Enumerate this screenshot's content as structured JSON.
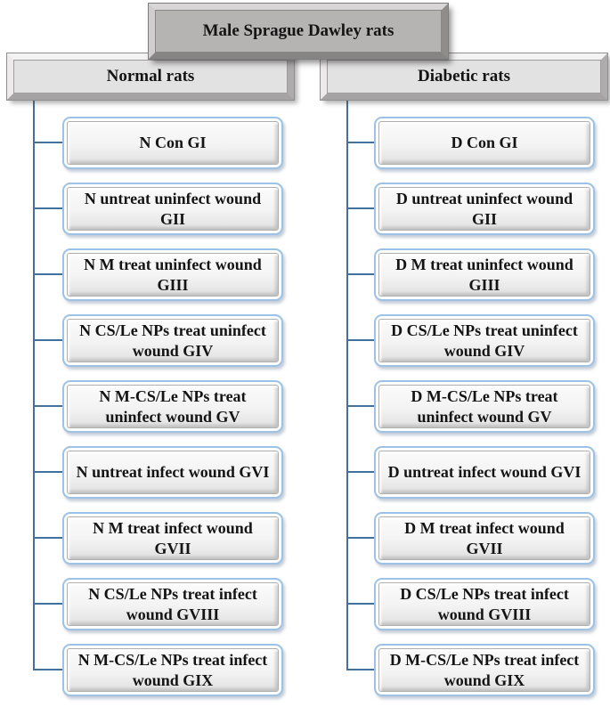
{
  "root": {
    "label": "Male Sprague Dawley rats"
  },
  "branches": [
    {
      "label": "Normal rats",
      "children": [
        "N Con GI",
        "N untreat uninfect wound GII",
        "N M treat uninfect wound GIII",
        "N CS/Le NPs treat uninfect wound GIV",
        "N M-CS/Le NPs treat uninfect wound GV",
        "N untreat infect wound GVI",
        "N M treat infect wound GVII",
        "N CS/Le NPs treat infect wound GVIII",
        "N M-CS/Le NPs treat infect wound GIX"
      ]
    },
    {
      "label": "Diabetic rats",
      "children": [
        "D Con GI",
        "D untreat uninfect wound GII",
        "D M treat uninfect wound GIII",
        "D CS/Le NPs treat uninfect wound GIV",
        "D M-CS/Le NPs treat uninfect wound GV",
        "D untreat infect wound GVI",
        "D M treat infect wound GVII",
        "D CS/Le NPs treat infect wound GVIII",
        "D M-CS/Le NPs treat infect wound GIX"
      ]
    }
  ],
  "colors": {
    "connector": "#41719c",
    "child_border": "#9cc2e5",
    "root_fill": "#b6b3b3",
    "header_fill": "#e3e2e2",
    "child_fill": "#f4f3f3",
    "text": "#141414"
  }
}
